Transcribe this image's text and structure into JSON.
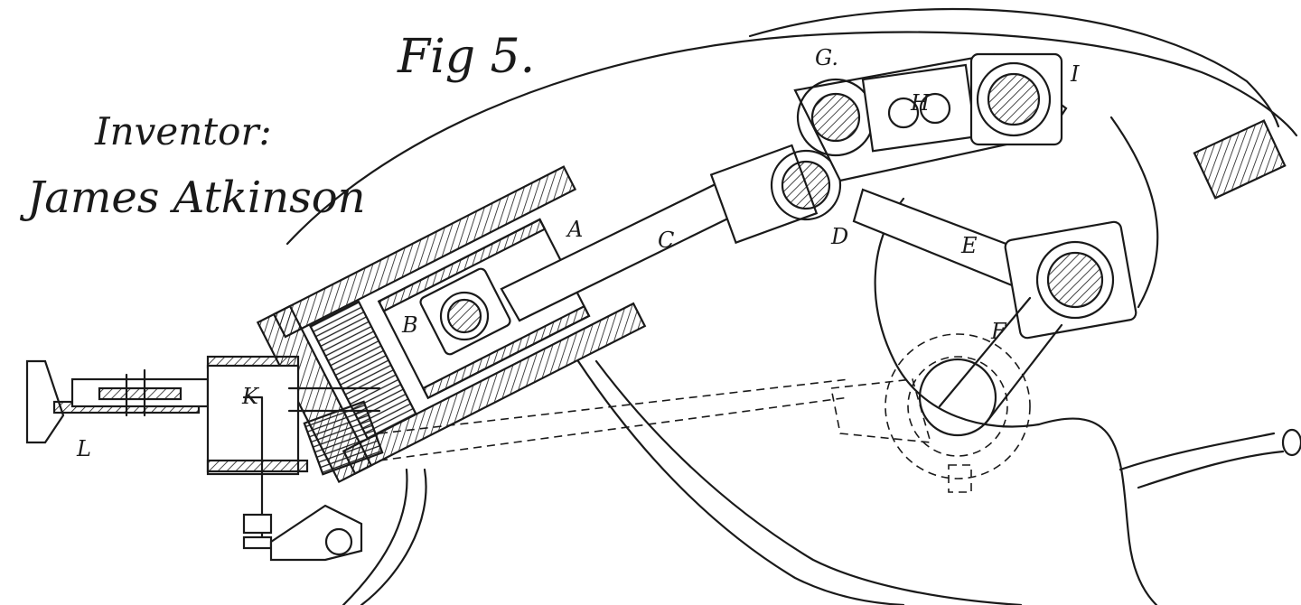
{
  "figure_title": "Fig 5.",
  "inventor_heading": "Inventor:",
  "inventor_signature": "James Atkinson",
  "part_labels": {
    "A": "A",
    "B": "B",
    "C": "C",
    "D": "D",
    "E": "E",
    "F": "F",
    "G": "G.",
    "H": "H",
    "I": "I",
    "K": "K",
    "L": "L"
  }
}
